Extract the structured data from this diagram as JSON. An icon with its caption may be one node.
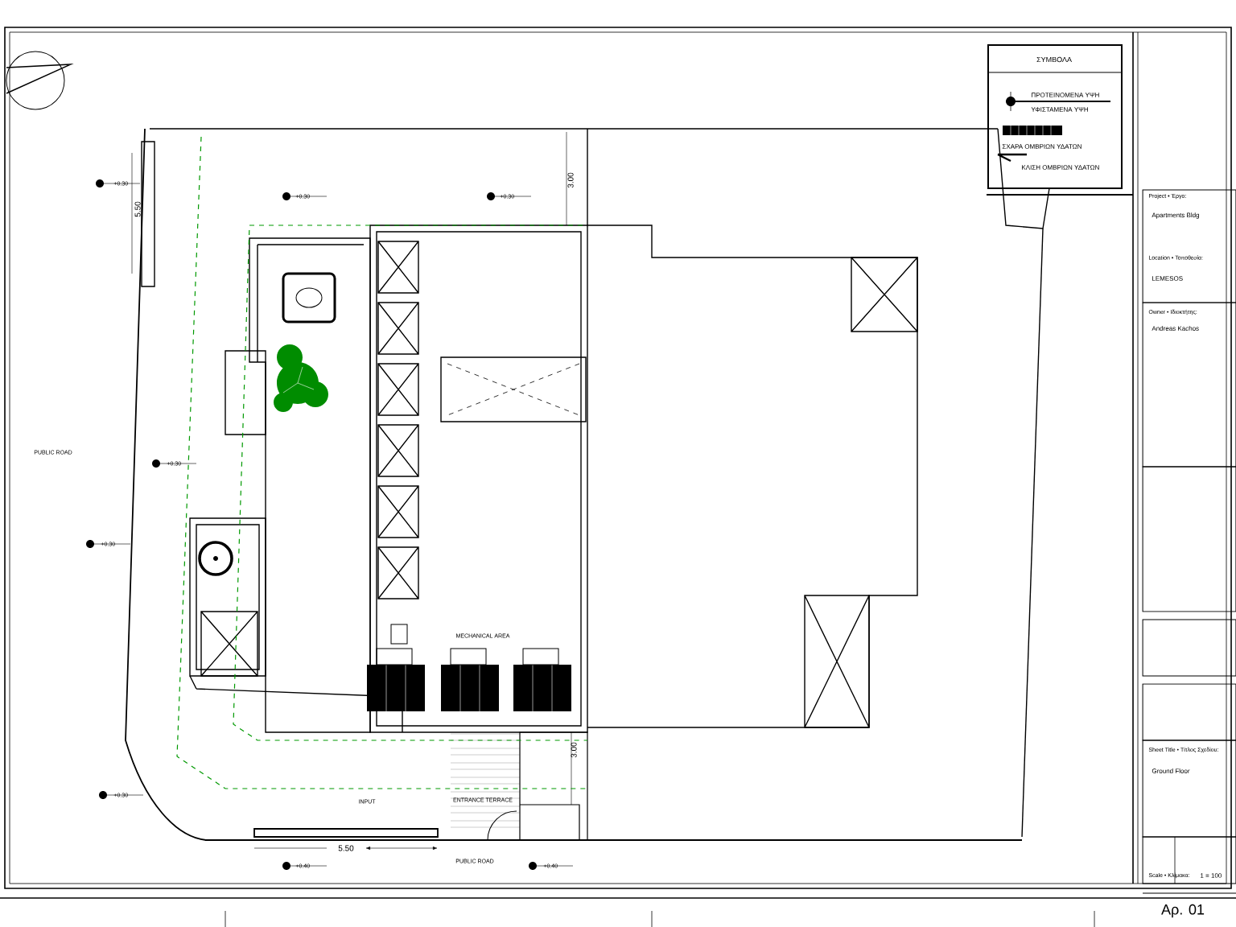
{
  "diagram": {
    "labels": [
      "ΣΥΜΒΟΛΑ",
      "PUBLIC ROAD",
      "PUBLIC ROAD",
      "MECHANICAL AREA",
      "INPUT",
      "ENTRANCE TERRACE",
      "5.50",
      "5.50",
      "3.00",
      "3.00",
      "+0.30",
      "+0.30",
      "+0.30",
      "+0.30",
      "+0.30",
      "+0.30",
      "+0.40",
      "+0.40",
      "Project • Έργο:",
      "Apartments Bldg",
      "Location • Τοποθεσία:",
      "LEMESOS",
      "Owner • Ιδιοκτήτης:",
      "Andreas Kachos",
      "Sheet Title • Τίτλος Σχεδίου:",
      "Ground Floor",
      "Scale • Κλίμακα:",
      "1 = 100",
      "Αρ. 01"
    ],
    "legend": [
      {
        "text": "ΠΡΟΤΕΙΝΟΜΕΝΑ ΥΨΗ"
      },
      {
        "text": "ΥΦΙΣΤΑΜΕΝΑ ΥΨΗ"
      },
      {
        "text": "ΣΧΑΡΑ ΟΜΒΡΙΩΝ ΥΔΑΤΩΝ"
      },
      {
        "text": "ΚΛΙΣΗ ΟΜΒΡΙΩΝ ΥΔΑΤΩΝ"
      }
    ]
  }
}
